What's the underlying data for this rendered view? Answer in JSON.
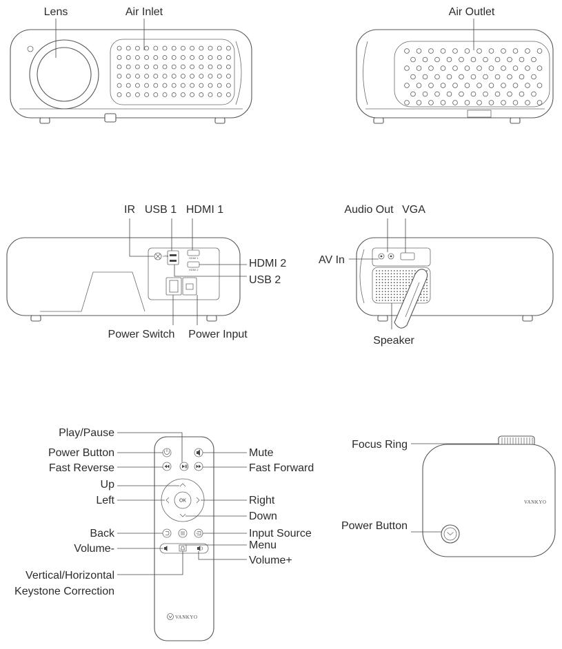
{
  "front_view": {
    "lens": "Lens",
    "air_inlet": "Air Inlet"
  },
  "side_view": {
    "air_outlet": "Air Outlet"
  },
  "rear_view": {
    "ir": "IR",
    "usb1": "USB 1",
    "hdmi1": "HDMI 1",
    "hdmi2": "HDMI 2",
    "usb2": "USB 2",
    "power_switch": "Power Switch",
    "power_input": "Power Input"
  },
  "side_ports_view": {
    "audio_out": "Audio Out",
    "vga": "VGA",
    "av_in": "AV In",
    "speaker": "Speaker"
  },
  "remote": {
    "play_pause": "Play/Pause",
    "power_button": "Power Button",
    "mute": "Mute",
    "fast_reverse": "Fast Reverse",
    "fast_forward": "Fast Forward",
    "up": "Up",
    "left": "Left",
    "right": "Right",
    "down": "Down",
    "ok": "OK",
    "back": "Back",
    "input_source": "Input Source",
    "menu": "Menu",
    "volume_minus": "Volume-",
    "volume_plus": "Volume+",
    "keystone_line1": "Vertical/Horizontal",
    "keystone_line2": "Keystone Correction",
    "brand": "VANKYO"
  },
  "top_view": {
    "focus_ring": "Focus Ring",
    "power_button": "Power Button",
    "brand": "VANKYO"
  }
}
